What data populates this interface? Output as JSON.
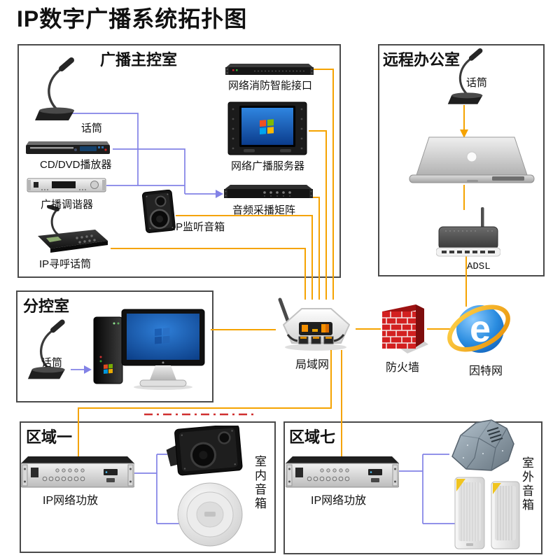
{
  "title": "IP数字广播系统拓扑图",
  "colors": {
    "orange_line": "#F5A300",
    "blue_line": "#8282E6",
    "red_dash": "#D03030",
    "box_border": "#4A4A4A"
  },
  "main_control_room": {
    "title": "广播主控室",
    "mic": "话筒",
    "cd_player": "CD/DVD播放器",
    "tuner": "广播调谐器",
    "paging_mic": "IP寻呼话筒",
    "monitor_speaker": "IP监听音箱",
    "fire_interface": "网络消防智能接口",
    "broadcast_server": "网络广播服务器",
    "audio_matrix": "音频采播矩阵"
  },
  "remote_office": {
    "title": "远程办公室",
    "mic": "话筒",
    "adsl": "ADSL"
  },
  "sub_control_room": {
    "title": "分控室",
    "mic": "话筒"
  },
  "network": {
    "lan": "局域网",
    "firewall": "防火墙",
    "internet": "因特网"
  },
  "zone_1": {
    "title": "区域一",
    "amplifier": "IP网络功放",
    "speakers_label": "室内音箱"
  },
  "zone_7": {
    "title": "区域七",
    "amplifier": "IP网络功放",
    "speakers_label": "室外音箱"
  }
}
